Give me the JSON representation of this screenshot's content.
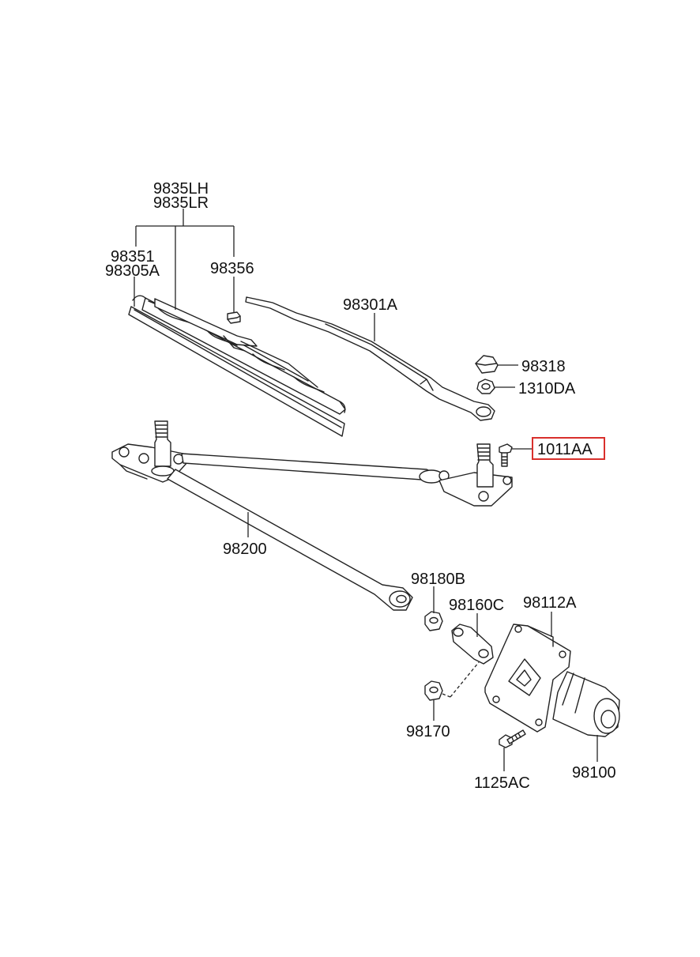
{
  "labels": {
    "p9835LH": "9835LH",
    "p9835LR": "9835LR",
    "p98351": "98351",
    "p98305A": "98305A",
    "p98356": "98356",
    "p98301A": "98301A",
    "p98318": "98318",
    "p1310DA": "1310DA",
    "p1011AA": "1011AA",
    "p98200": "98200",
    "p98180B": "98180B",
    "p98160C": "98160C",
    "p98112A": "98112A",
    "p98170": "98170",
    "p1125AC": "1125AC",
    "p98100": "98100"
  },
  "highlight": {
    "part": "1011AA",
    "color": "#d9302c"
  }
}
